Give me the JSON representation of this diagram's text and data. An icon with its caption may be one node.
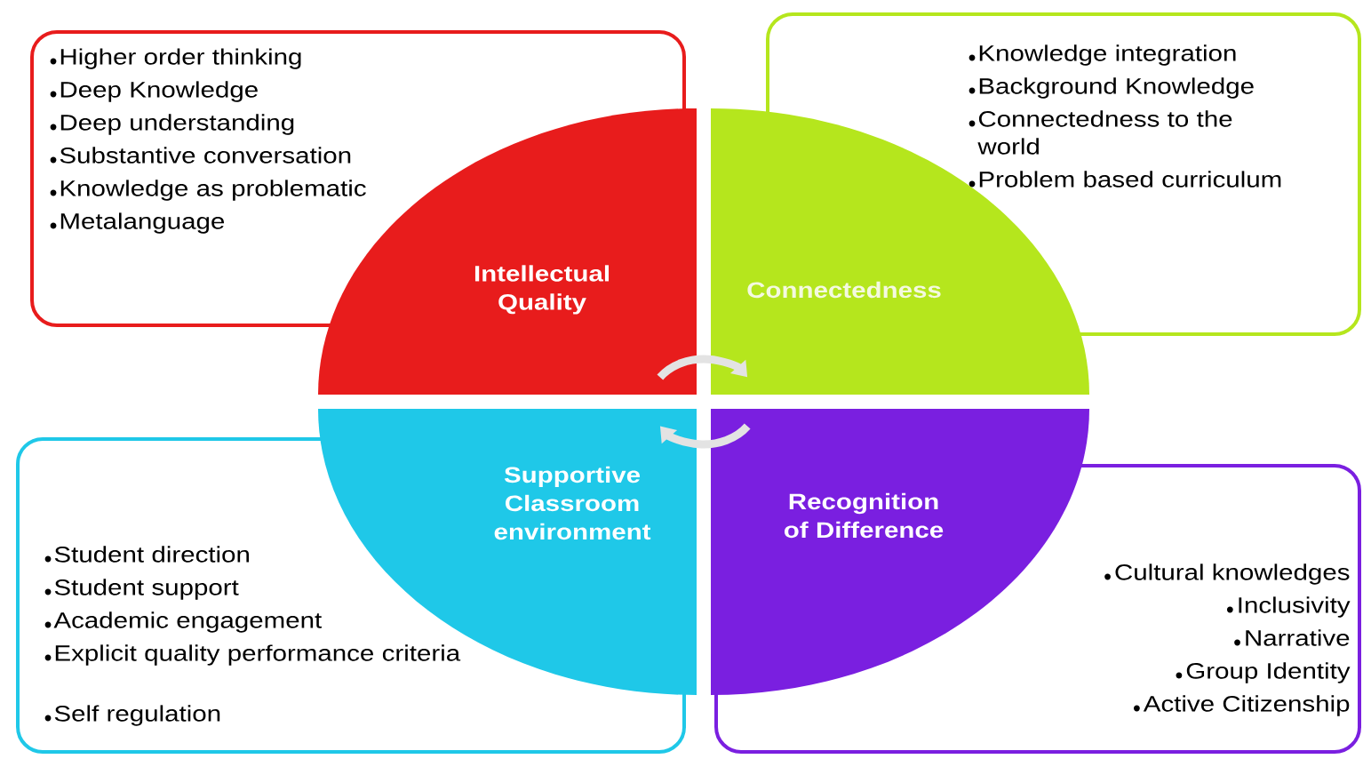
{
  "diagram": {
    "nodes": [
      {
        "text": [
          "Higher order thinking",
          "Deep Knowledge",
          "Deep understanding",
          "Substantive conversation",
          "Knowledge as problematic",
          "Metalanguage"
        ]
      },
      {
        "text": [
          "Intellectual Quality"
        ]
      },
      {
        "text": [
          "Knowledge integration",
          "Background Knowledge",
          "Connectedness to the world",
          "Problem based curriculum"
        ]
      },
      {
        "text": [
          "Connectedness"
        ]
      },
      {
        "text": [
          "Supportive Classroom environment"
        ]
      },
      {
        "text": [
          "Student direction",
          "Student support",
          "Academic engagement",
          "Explicit quality performance criteria",
          "Self regulation"
        ]
      },
      {
        "text": [
          "Recognition of Difference"
        ]
      },
      {
        "text": [
          "Cultural knowledges",
          "Inclusivity",
          "Narrative",
          "Group Identity",
          "Active Citizenship"
        ]
      }
    ],
    "edges": [
      {
        "from": 1,
        "to": 3,
        "arrow": "to"
      },
      {
        "from": 6,
        "to": 4,
        "arrow": "to"
      }
    ]
  }
}
